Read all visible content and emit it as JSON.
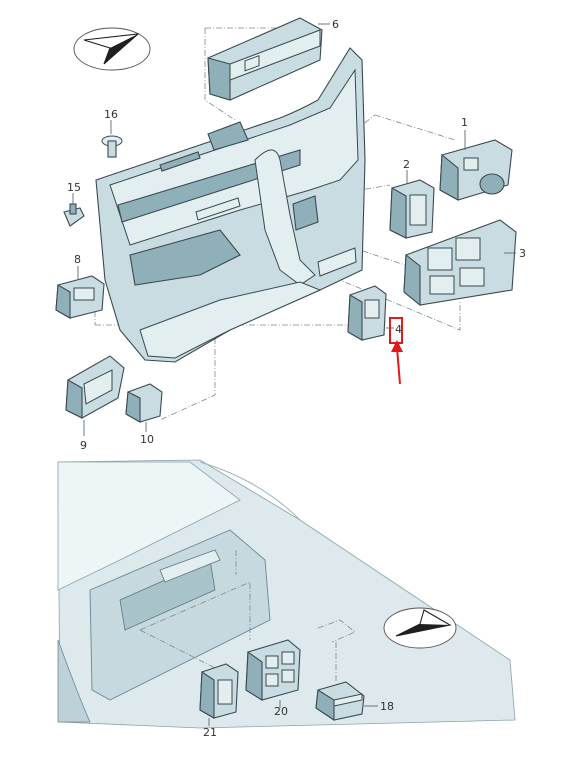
{
  "diagram": {
    "callouts": {
      "c1": "1",
      "c2": "2",
      "c3": "3",
      "c4": "4",
      "c6": "6",
      "c8": "8",
      "c9": "9",
      "c10": "10",
      "c15": "15",
      "c16": "16",
      "c18": "18",
      "c20": "20",
      "c21": "21"
    },
    "highlight": {
      "target": "4",
      "color": "#e01a1a"
    },
    "colors": {
      "part_fill": "#c8dce1",
      "part_shadow": "#8fb0b8",
      "outline": "#3a4a50",
      "interior_bg": "#dde9ec"
    },
    "icons": [
      "compass-arrow-icon-top",
      "compass-arrow-icon-bottom"
    ]
  }
}
